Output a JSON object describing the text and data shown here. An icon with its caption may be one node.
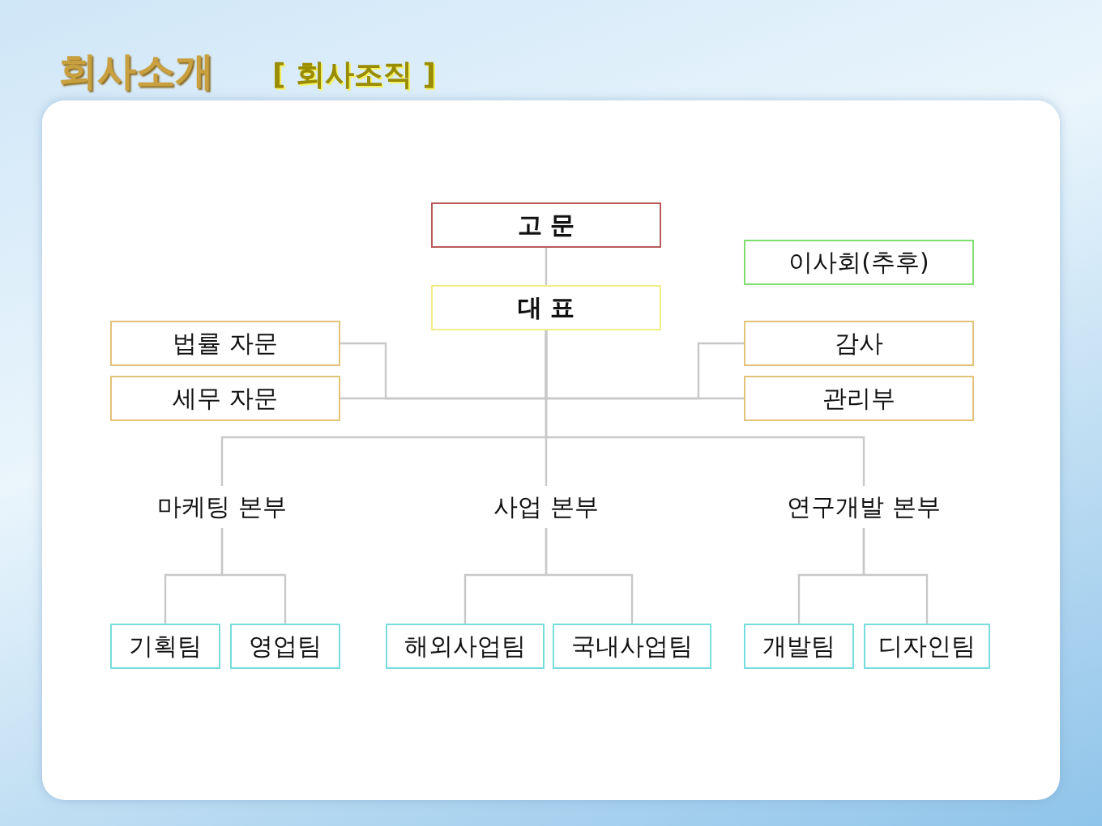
{
  "diagram": {
    "title": "회사소개",
    "nodes": [
      {
        "text": [
          "고 문"
        ]
      },
      {
        "text": [
          "이사회(추후)"
        ]
      },
      {
        "text": [
          "대 표"
        ]
      },
      {
        "text": [
          "법률 자문"
        ]
      },
      {
        "text": [
          "세무 자문"
        ]
      },
      {
        "text": [
          "감사"
        ]
      },
      {
        "text": [
          "관리부"
        ]
      },
      {
        "text": [
          "마케팅 본부"
        ]
      },
      {
        "text": [
          "사업 본부"
        ]
      },
      {
        "text": [
          "연구개발 본부"
        ]
      },
      {
        "text": [
          "기획팀"
        ]
      },
      {
        "text": [
          "영업팀"
        ]
      },
      {
        "text": [
          "해외사업팀"
        ]
      },
      {
        "text": [
          "국내사업팀"
        ]
      },
      {
        "text": [
          "개발팀"
        ]
      },
      {
        "text": [
          "디자인팀"
        ]
      }
    ],
    "edges": [
      {
        "from": 0,
        "to": 2,
        "arrow": "none"
      },
      {
        "from": 2,
        "to": 3,
        "arrow": "none"
      },
      {
        "from": 2,
        "to": 4,
        "arrow": "none"
      },
      {
        "from": 2,
        "to": 5,
        "arrow": "none"
      },
      {
        "from": 2,
        "to": 6,
        "arrow": "none"
      },
      {
        "from": 2,
        "to": 7,
        "arrow": "none"
      },
      {
        "from": 2,
        "to": 8,
        "arrow": "none"
      },
      {
        "from": 2,
        "to": 9,
        "arrow": "none"
      },
      {
        "from": 7,
        "to": 10,
        "arrow": "none"
      },
      {
        "from": 7,
        "to": 11,
        "arrow": "none"
      },
      {
        "from": 8,
        "to": 12,
        "arrow": "none"
      },
      {
        "from": 8,
        "to": 13,
        "arrow": "none"
      },
      {
        "from": 9,
        "to": 14,
        "arrow": "none"
      },
      {
        "from": 9,
        "to": 15,
        "arrow": "none"
      }
    ],
    "labels": [
      "[ 회사조직 ]"
    ]
  }
}
